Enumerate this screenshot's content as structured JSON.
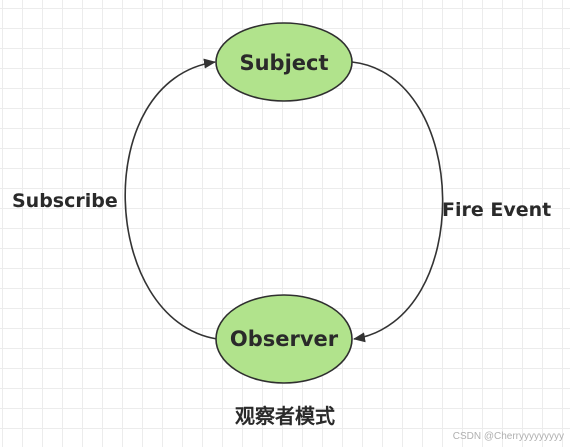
{
  "nodes": {
    "subject": "Subject",
    "observer": "Observer"
  },
  "edges": {
    "subscribe": "Subscribe",
    "fire_event": "Fire Event"
  },
  "caption": "观察者模式",
  "watermark": "CSDN @Cherryyyyyyyyy",
  "colors": {
    "node_fill": "#b1e38c",
    "node_stroke": "#2f2f2f",
    "arrow": "#333333",
    "grid": "#ececec"
  }
}
